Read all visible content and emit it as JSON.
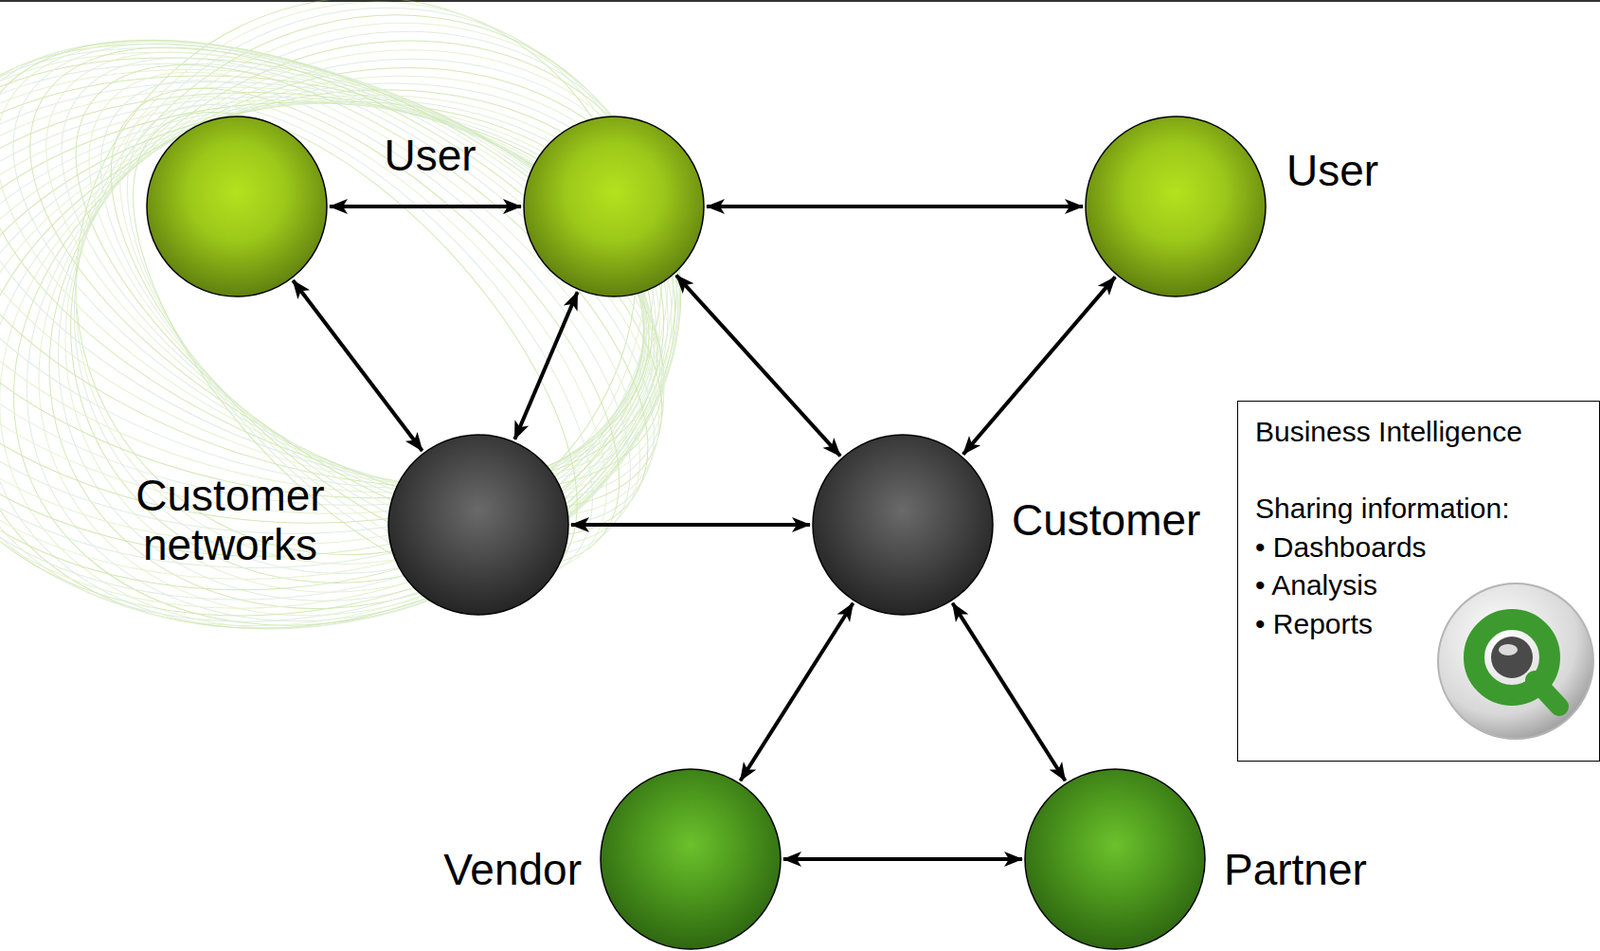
{
  "diagram": {
    "nodes": [
      {
        "text": [
          "User"
        ]
      },
      {
        "text": []
      },
      {
        "text": [
          "User"
        ]
      },
      {
        "text": [
          "Customer networks"
        ]
      },
      {
        "text": [
          "Customer"
        ]
      },
      {
        "text": [
          "Vendor"
        ]
      },
      {
        "text": [
          "Partner"
        ]
      },
      {
        "text": [
          "Business Intelligence",
          "Sharing information:",
          "• Dashboards",
          "• Analysis",
          "• Reports"
        ]
      }
    ],
    "edges": [
      {
        "from": 0,
        "to": 1,
        "arrow": "both"
      },
      {
        "from": 1,
        "to": 2,
        "arrow": "both"
      },
      {
        "from": 0,
        "to": 3,
        "arrow": "both"
      },
      {
        "from": 3,
        "to": 1,
        "arrow": "both"
      },
      {
        "from": 1,
        "to": 4,
        "arrow": "both"
      },
      {
        "from": 2,
        "to": 4,
        "arrow": "both"
      },
      {
        "from": 3,
        "to": 4,
        "arrow": "both"
      },
      {
        "from": 4,
        "to": 5,
        "arrow": "both"
      },
      {
        "from": 4,
        "to": 6,
        "arrow": "both"
      },
      {
        "from": 5,
        "to": 6,
        "arrow": "both"
      }
    ]
  }
}
